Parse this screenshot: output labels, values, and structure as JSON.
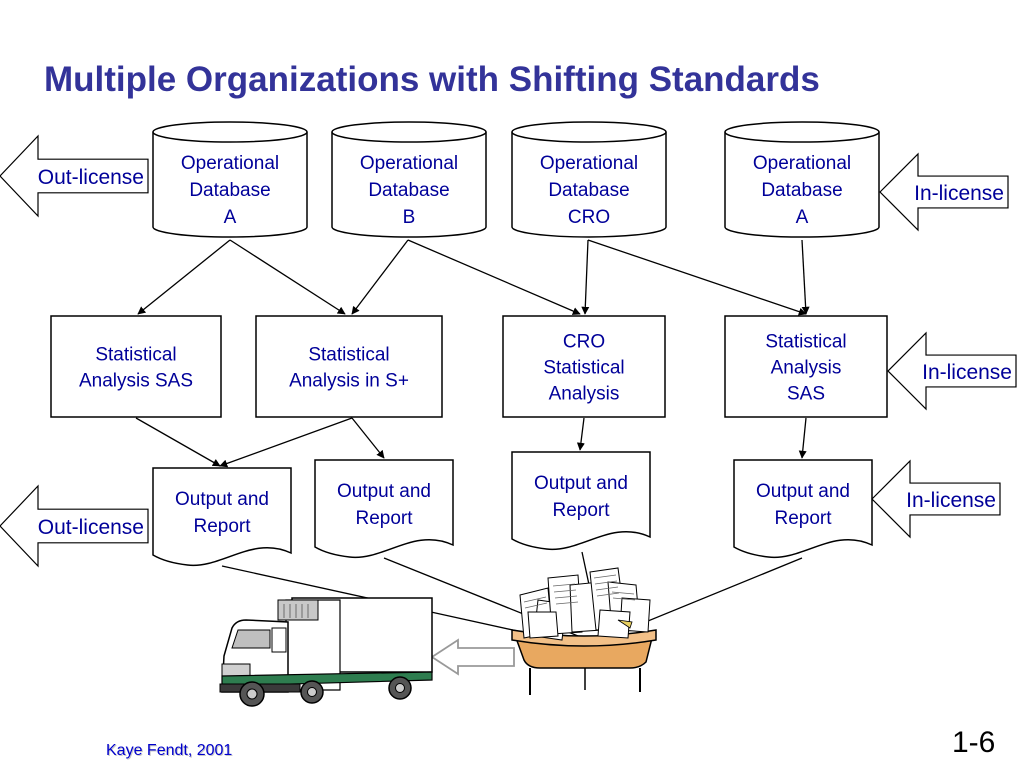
{
  "title": "Multiple Organizations with Shifting Standards",
  "footer": "Kaye Fendt, 2001",
  "page_number": "1-6",
  "colors": {
    "title": "#333399",
    "text": "#000099",
    "footer": "#0000cc"
  },
  "databases": [
    {
      "lines": [
        "Operational",
        "Database",
        "A"
      ]
    },
    {
      "lines": [
        "Operational",
        "Database",
        "B"
      ]
    },
    {
      "lines": [
        "Operational",
        "Database",
        "CRO"
      ]
    },
    {
      "lines": [
        "Operational",
        "Database",
        "A"
      ]
    }
  ],
  "analyses": [
    {
      "lines": [
        "Statistical",
        "Analysis  SAS"
      ]
    },
    {
      "lines": [
        "Statistical",
        "Analysis in S+"
      ]
    },
    {
      "lines": [
        "CRO",
        "Statistical",
        "Analysis"
      ]
    },
    {
      "lines": [
        "Statistical",
        "Analysis",
        "SAS"
      ]
    }
  ],
  "reports": [
    {
      "lines": [
        "Output and",
        "Report"
      ]
    },
    {
      "lines": [
        "Output and",
        "Report"
      ]
    },
    {
      "lines": [
        "Output and",
        "Report"
      ]
    },
    {
      "lines": [
        "Output and",
        "Report"
      ]
    }
  ],
  "license_arrows": [
    {
      "label": "Out-license",
      "direction": "left"
    },
    {
      "label": "In-license",
      "direction": "left"
    },
    {
      "label": "In-license",
      "direction": "left"
    },
    {
      "label": "In-license",
      "direction": "left"
    },
    {
      "label": "Out-license",
      "direction": "left"
    }
  ],
  "icons": {
    "paper_pile": "paper-pile-desk-icon",
    "truck": "delivery-truck-icon",
    "transfer_arrow": "hollow-arrow-left-icon"
  }
}
